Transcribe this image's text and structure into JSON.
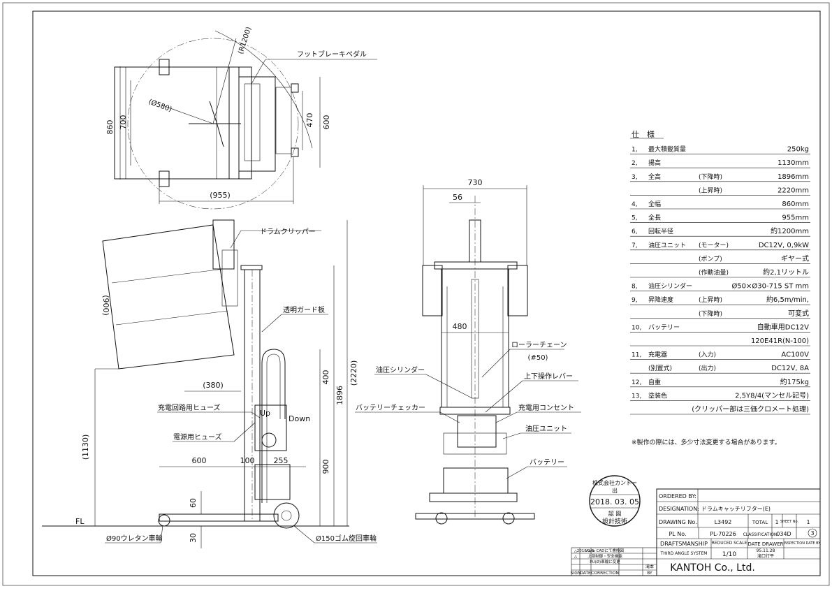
{
  "dimensions": {
    "top": {
      "r1200": "(R1200)",
      "d580": "(Ø580)",
      "w860": "860",
      "w700": "700",
      "w470": "470",
      "w600": "600",
      "l955": "(955)"
    },
    "side": {
      "h2220": "(2220)",
      "h1896": "1896",
      "h900": "900",
      "h400": "400",
      "h900p": "(900)",
      "h1130": "(1130)",
      "w380": "(380)",
      "w600": "600",
      "w100": "100",
      "w255": "255",
      "h60": "60",
      "h30": "30",
      "fl": "FL",
      "up": "Up",
      "down": "Down"
    },
    "front": {
      "w730": "730",
      "w56": "56",
      "w480": "480"
    }
  },
  "labels": {
    "foot_brake": "フットブレーキペダル",
    "drum_clipper": "ドラムクリッパー",
    "guard": "透明ガード板",
    "charge_fuse": "充電回路用ヒューズ",
    "power_fuse": "電源用ヒューズ",
    "caster90": "Ø90ウレタン車輪",
    "caster150": "Ø150ゴム旋回車輪",
    "cylinder": "油圧シリンダー",
    "battery_checker": "バッテリーチェッカー",
    "roller_chain": "ローラーチェーン",
    "roller_chain_no": "(#50)",
    "lever": "上下操作レバー",
    "outlet": "充電用コンセント",
    "hydraulic_unit": "油圧ユニット",
    "battery": "バッテリー"
  },
  "spec": {
    "heading": "仕　様",
    "rows": [
      {
        "no": "1,",
        "item": "最大積載質量",
        "sub": "",
        "value": "250kg"
      },
      {
        "no": "2,",
        "item": "揚高",
        "sub": "",
        "value": "1130mm"
      },
      {
        "no": "3,",
        "item": "全高",
        "sub": "(下降時)",
        "value": "1896mm"
      },
      {
        "no": "",
        "item": "",
        "sub": "(上昇時)",
        "value": "2220mm"
      },
      {
        "no": "4,",
        "item": "全幅",
        "sub": "",
        "value": "860mm"
      },
      {
        "no": "5,",
        "item": "全長",
        "sub": "",
        "value": "955mm"
      },
      {
        "no": "6,",
        "item": "回転半径",
        "sub": "",
        "value": "約1200mm"
      },
      {
        "no": "7,",
        "item": "油圧ユニット",
        "sub": "(モーター)",
        "value": "DC12V, 0,9kW"
      },
      {
        "no": "",
        "item": "",
        "sub": "(ポンプ)",
        "value": "ギヤー式"
      },
      {
        "no": "",
        "item": "",
        "sub": "(作動油量)",
        "value": "約2,1リットル"
      },
      {
        "no": "8,",
        "item": "油圧シリンダー",
        "sub": "",
        "value": "Ø50×Ø30-715 ST mm"
      },
      {
        "no": "9,",
        "item": "昇降速度",
        "sub": "(上昇時)",
        "value": "約6,5m/min,"
      },
      {
        "no": "",
        "item": "",
        "sub": "(下降時)",
        "value": "可変式"
      },
      {
        "no": "10,",
        "item": "バッテリー",
        "sub": "",
        "value": "自動車用DC12V"
      },
      {
        "no": "",
        "item": "",
        "sub": "",
        "value": "120E41R(N-100)"
      },
      {
        "no": "11,",
        "item": "充電器",
        "sub": "(入力)",
        "value": "AC100V"
      },
      {
        "no": "",
        "item": "(別置式)",
        "sub": "(出力)",
        "value": "DC12V, 8A"
      },
      {
        "no": "12,",
        "item": "自重",
        "sub": "",
        "value": "約175kg"
      },
      {
        "no": "13,",
        "item": "塗装色",
        "sub": "",
        "value": "2,5Y8/4(マンセル記号)"
      },
      {
        "no": "",
        "item": "",
        "sub": "",
        "value": "(クリッパー部は三価クロメート処理)"
      }
    ],
    "note": "※製作の際には、多少寸法変更する場合があります。"
  },
  "stamp": {
    "top": "株式会社カントー",
    "mid": "出",
    "date": "2018. 03. 05",
    "bottom": "設計技術",
    "circle": "認 図"
  },
  "title_block": {
    "ordered_by_label": "ORDERED BY:",
    "ordered_by_value": "",
    "designation_label": "DESIGNATION:",
    "designation_value": "ドラムキャッチリフター(E)",
    "drawing_no_label": "DRAWING No.",
    "drawing_no_value": "L3492",
    "total_label": "TOTAL",
    "total_value": "1",
    "sheet_label": "SHEET No.",
    "sheet_value": "1",
    "pl_no_label": "PL No.",
    "pl_no_value": "PL-70226",
    "classification_label": "CLASSIFICATION",
    "classification_value": "034D",
    "classification_circle": "3",
    "draftsmanship_label": "DRAFTSMANSHIP",
    "reduced_scale_label": "REDUCED SCALE",
    "date_drawer_label": "DATE DRAWER",
    "inspection_label": "INSPECTION DATE BY",
    "third_angle": "THIRD ANGLE SYSTEM",
    "scale_value": "1/10",
    "drawer_date": "95.11.28",
    "drawer_name": "滝口行平",
    "company": "KANTOH Co., Ltd."
  },
  "revisions": {
    "rows": [
      {
        "mark": "△",
        "date": "2018.1.6",
        "text": "Auto CADにて書換図"
      },
      {
        "mark": "△",
        "date": "",
        "text": "上部制御・安全機能"
      },
      {
        "mark": "",
        "date": "",
        "text": "PU(Ø)車輪に変更"
      }
    ],
    "extra": "滝本",
    "header": {
      "sign": "SIGN",
      "date": "DATE",
      "correction": "CORRECTION",
      "by": "BY"
    }
  }
}
